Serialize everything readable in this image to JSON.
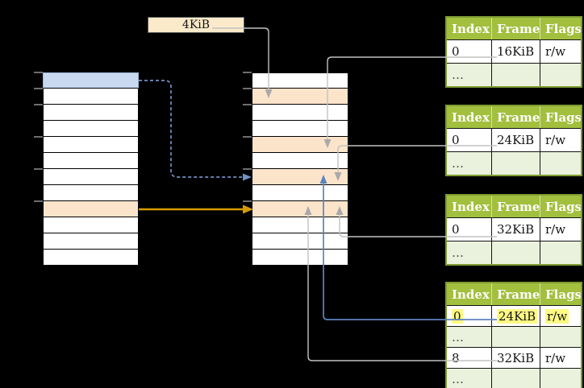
{
  "colors": {
    "background": "#000000",
    "cell_white": "#ffffff",
    "cell_blue": "#c8d9f0",
    "cell_blue_border": "#9fb6d4",
    "cell_orange": "#fce4cb",
    "label_fill": "#fbeaca",
    "label_border": "#595959",
    "table_header_bg": "#a2bf3e",
    "table_border": "#7e9c31",
    "table_row_light": "#eaf1dc",
    "table_row_white": "#ffffff",
    "highlight_yellow": "#fdf983",
    "connector_gray": "#c2c2c2",
    "connector_gray_head": "#a9a9a9",
    "connector_blue": "#5b84be",
    "connector_blue_dashed": "#7291c4",
    "connector_gold": "#d79b00",
    "tick_gray": "#6e6e6e",
    "text_dark": "#141414",
    "ellipsis": "#4d4d44",
    "header_text": "#ffffff"
  },
  "size_label": {
    "text": "4KiB"
  },
  "virtual_memory": {
    "rows": [
      "blue",
      "white",
      "white",
      "white",
      "white",
      "white",
      "white",
      "white",
      "orange",
      "white",
      "white",
      "white"
    ]
  },
  "physical_memory": {
    "rows": [
      "white",
      "orange",
      "white",
      "white",
      "orange",
      "white",
      "orange",
      "white",
      "orange",
      "white",
      "white",
      "white"
    ]
  },
  "page_tables": [
    {
      "name": "page-table-1",
      "headers": [
        "Index",
        "Frame",
        "Flags"
      ],
      "rows": [
        {
          "cells": [
            "0",
            "16KiB",
            "r/w"
          ],
          "tone": "white",
          "highlight": false
        },
        {
          "cells": [
            "…",
            "",
            ""
          ],
          "tone": "light",
          "highlight": false
        }
      ]
    },
    {
      "name": "page-table-2",
      "headers": [
        "Index",
        "Frame",
        "Flags"
      ],
      "rows": [
        {
          "cells": [
            "0",
            "24KiB",
            "r/w"
          ],
          "tone": "white",
          "highlight": false
        },
        {
          "cells": [
            "…",
            "",
            ""
          ],
          "tone": "light",
          "highlight": false
        }
      ]
    },
    {
      "name": "page-table-3",
      "headers": [
        "Index",
        "Frame",
        "Flags"
      ],
      "rows": [
        {
          "cells": [
            "0",
            "32KiB",
            "r/w"
          ],
          "tone": "white",
          "highlight": false
        },
        {
          "cells": [
            "…",
            "",
            ""
          ],
          "tone": "light",
          "highlight": false
        }
      ]
    },
    {
      "name": "page-table-4",
      "headers": [
        "Index",
        "Frame",
        "Flags"
      ],
      "rows": [
        {
          "cells": [
            "0",
            "24KiB",
            "r/w"
          ],
          "tone": "white",
          "highlight": true
        },
        {
          "cells": [
            "…",
            "",
            ""
          ],
          "tone": "light",
          "highlight": false
        },
        {
          "cells": [
            "8",
            "32KiB",
            "r/w"
          ],
          "tone": "white",
          "highlight": false
        },
        {
          "cells": [
            "…",
            "",
            ""
          ],
          "tone": "light",
          "highlight": false
        }
      ]
    }
  ]
}
